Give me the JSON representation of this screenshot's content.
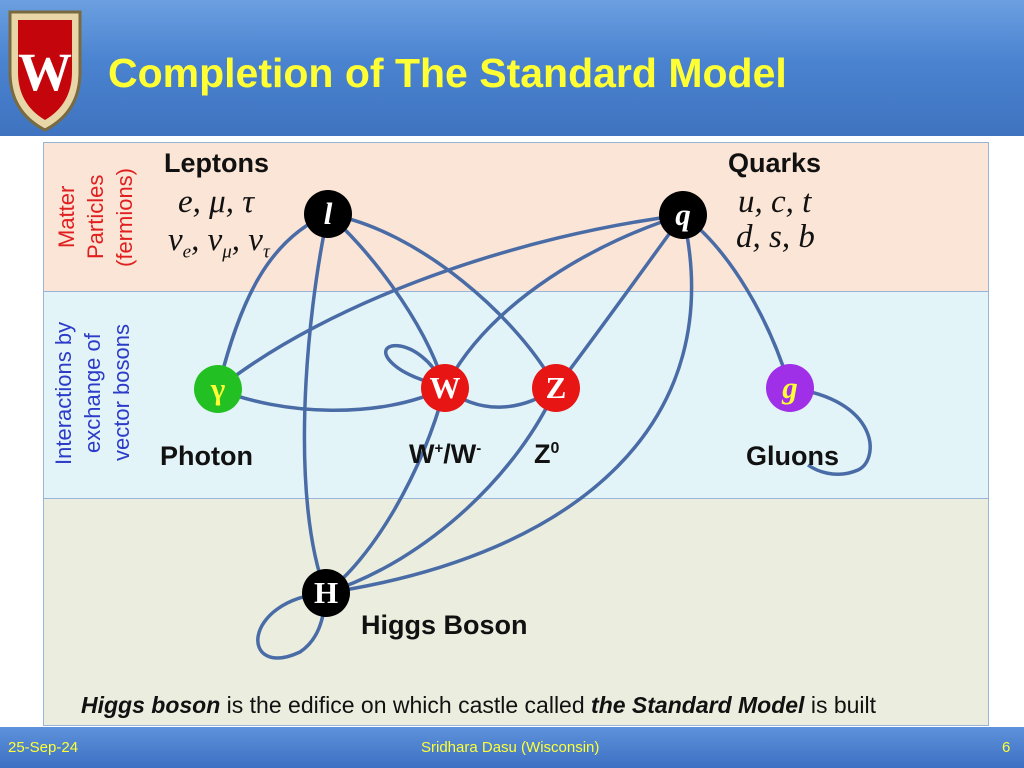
{
  "title": "Completion of The Standard Model",
  "side_labels": {
    "matter": "Matter\nParticles\n(fermions)",
    "interactions": "Interactions by\nexchange of\nvector bosons"
  },
  "labels": {
    "leptons": "Leptons",
    "quarks": "Quarks",
    "photon": "Photon",
    "w_label": "W",
    "w_plus": "+",
    "w_minus_sep": "/W",
    "w_minus": "-",
    "z_label": "Z",
    "z_sup": "0",
    "gluons": "Gluons",
    "higgs": "Higgs Boson"
  },
  "lepton_symbols": {
    "row1": "e, μ, τ",
    "nu": "ν",
    "sub_e": "e",
    "sub_mu": "μ",
    "sub_tau": "τ",
    "comma": ","
  },
  "quark_symbols": {
    "row1": "u, c, t",
    "row2": "d, s, b"
  },
  "nodes": {
    "lepton": "l",
    "quark": "q",
    "photon": "γ",
    "w": "W",
    "z": "Z",
    "gluon": "g",
    "higgs": "H"
  },
  "caption": {
    "part1": "Higgs boson",
    "part2": " is the edifice on which castle called ",
    "part3": "the Standard Model",
    "part4": " is built"
  },
  "crest_letter": "W",
  "footer": {
    "date": "25-Sep-24",
    "author": "Sridhara Dasu (Wisconsin)",
    "page": "6"
  },
  "colors": {
    "title": "#ffff33",
    "matter_label": "#e02020",
    "interaction_label": "#2c3cc8",
    "edge": "#4a6ca6",
    "lepton_panel": "#fbe5d6",
    "boson_panel": "#e3f4f9",
    "higgs_panel": "#ebeedf"
  }
}
